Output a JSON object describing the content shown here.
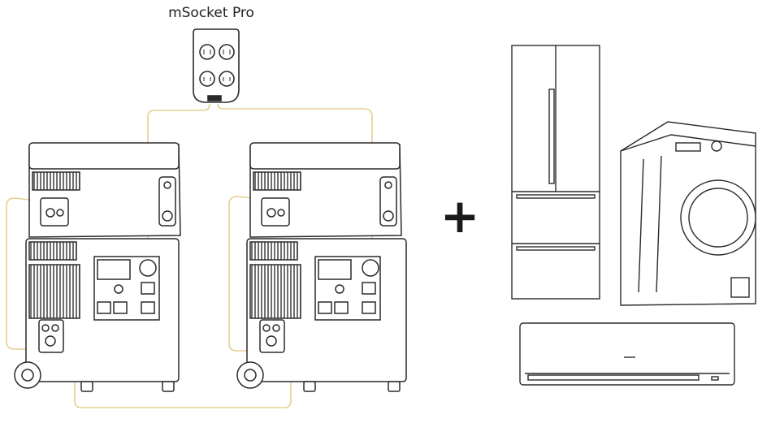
{
  "diagram": {
    "hub_label": "mSocket Pro",
    "plus_symbol": "+",
    "colors": {
      "cable": "#e6cf8f",
      "outline": "#2a2a2a",
      "background": "#ffffff"
    },
    "icons": [
      "power-station-unit",
      "msocket-pro-hub",
      "refrigerator-icon",
      "washing-machine-icon",
      "air-conditioner-icon"
    ]
  }
}
